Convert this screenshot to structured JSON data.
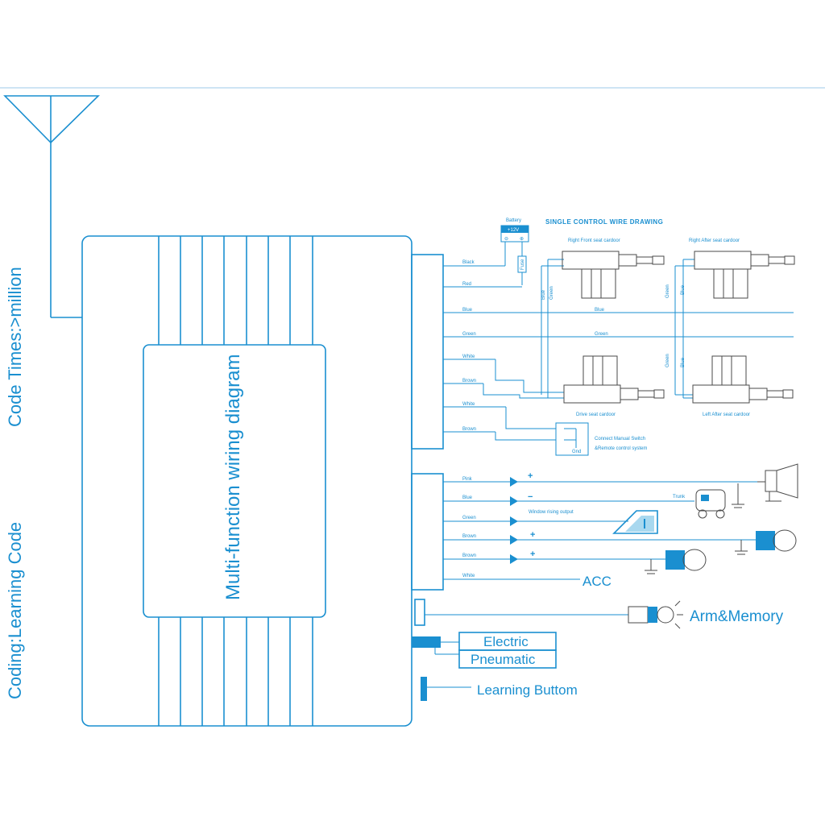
{
  "side_text": {
    "top": "Code Times:>million",
    "bottom": "Coding:Learning Code"
  },
  "main_label": "Multi-function wiring diagram",
  "single_control": {
    "title": "SINGLE CONTROL WIRE DRAWING",
    "battery_label": "Battery",
    "battery_voltage": "+12V",
    "fuse_label": "Fuse",
    "right_front": "Right Front seat cardoor",
    "right_after": "Right After seat cardoor",
    "drive_seat": "Drive seat cardoor",
    "left_after": "Left After seat cardoor",
    "connect_line1": "Connect Manual Switch",
    "connect_line2": "&Remote control system",
    "gnd": "Gnd",
    "blue_mid": "Blue",
    "green_mid": "Green",
    "v_blue1": "Blue",
    "v_green1": "Green",
    "v_green2": "Green",
    "v_blue2": "Blue",
    "v_green3": "Green",
    "v_blue3": "Blue"
  },
  "upper_wires": [
    "Black",
    "Red",
    "Blue",
    "Green",
    "White",
    "Brown",
    "White",
    "Brown"
  ],
  "lower_wires": [
    "Pink",
    "Blue",
    "Green",
    "Brown",
    "Brown",
    "White"
  ],
  "signs": [
    "+",
    "−",
    "",
    "+",
    "+"
  ],
  "window_output": "Window rising output",
  "trunk": "Trunk",
  "acc": "ACC",
  "arm_memory": "Arm&Memory",
  "electric": "Electric",
  "pneumatic": "Pneumatic",
  "learning": "Learning Buttom"
}
